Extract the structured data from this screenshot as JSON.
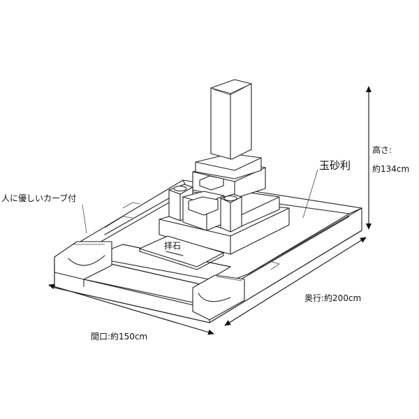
{
  "labels": {
    "curb": "人に優しいカーブ付",
    "gravel": "玉砂利",
    "height_title": "高さ:",
    "height_value": "約134cm",
    "depth": "奥行:約200cm",
    "width": "間口:約150cm",
    "stone": "拝石"
  },
  "colors": {
    "line": "#222222",
    "background": "#ffffff"
  }
}
